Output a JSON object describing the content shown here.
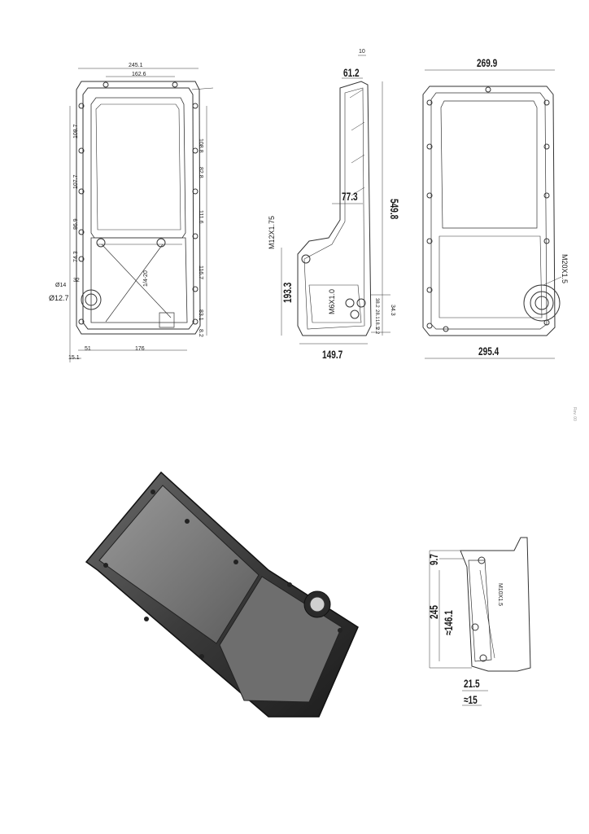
{
  "front_view": {
    "dims": {
      "overall_width": "245.1",
      "inner_width": "162.6",
      "left_1": "108.7",
      "left_2": "107.7",
      "left_3": "86.9",
      "left_4": "74.3",
      "right_1": "108.8",
      "right_2": "82.8",
      "right_3": "111.6",
      "right_4": "116.7",
      "right_5": "83.1",
      "right_6": "8.2",
      "dia_14": "Ø14",
      "val_32": "32",
      "dia_127": "Ø12.7",
      "thread": "1/4-20",
      "bottom_51": "51",
      "bottom_176": "176",
      "bottom_151": "15.1"
    }
  },
  "side_view": {
    "dims": {
      "top_10": "10",
      "top_612": "61.2",
      "mid_773": "77.3",
      "height_5498": "549.8",
      "thread_m12": "M12X1.75",
      "height_1933": "193.3",
      "thread_m6": "M6X1.0",
      "small_1": "38.2",
      "small_2": "28.1",
      "small_3": "18.3",
      "small_4": "2.2",
      "small_343": "34.3",
      "width_1497": "149.7"
    }
  },
  "top_view": {
    "dims": {
      "top_2699": "269.9",
      "thread_m20": "M20X1.5",
      "bottom_2954": "295.4"
    }
  },
  "detail_view": {
    "dims": {
      "d_97": "9.7",
      "d_1461": "≈146.1",
      "d_245": "245",
      "thread_m10": "M10X1.5",
      "d_215": "21.5",
      "d_15": "≈15"
    }
  },
  "page_mark": "Rev. 00"
}
